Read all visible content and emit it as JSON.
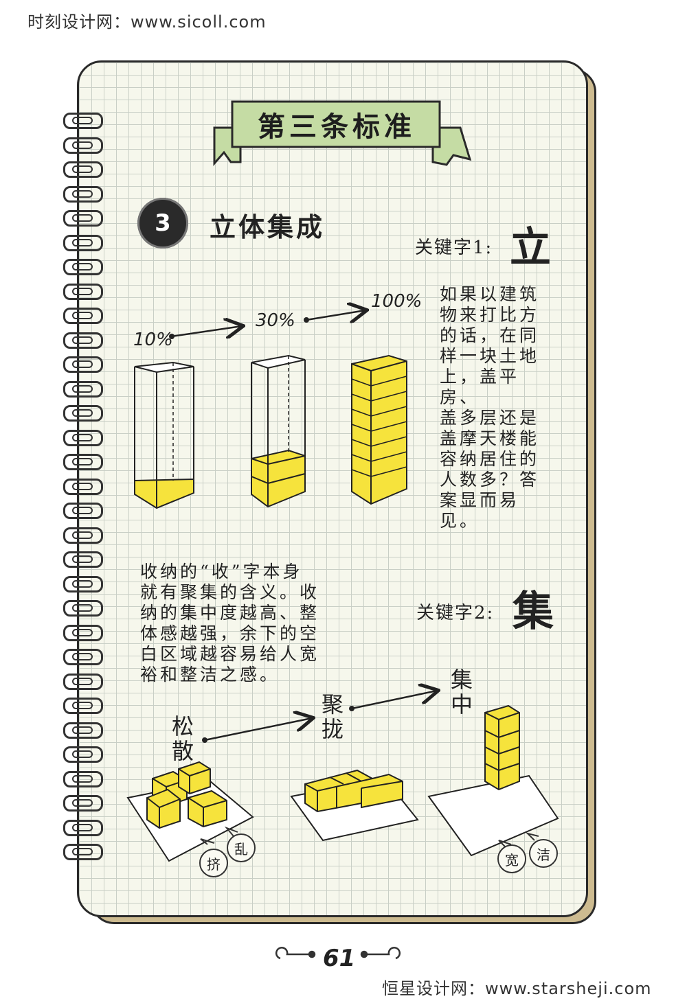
{
  "watermark_top": "时刻设计网：www.sicoll.com",
  "watermark_bottom": "恒星设计网：www.starsheji.com",
  "banner": {
    "title": "第三条标准"
  },
  "section": {
    "number": "3",
    "title": "立体集成"
  },
  "keyword1": {
    "label": "关键字1:",
    "char": "立"
  },
  "keyword2": {
    "label": "关键字2:",
    "char": "集"
  },
  "percentages": [
    "10%",
    "30%",
    "100%"
  ],
  "paragraph1": [
    "如果以建筑",
    "物来打比方",
    "的话，在同",
    "样一块土地",
    "上，盖平房、",
    "盖多层还是",
    "盖摩天楼能",
    "容纳居住的",
    "人数多？答",
    "案显而易见。"
  ],
  "paragraph2": [
    "收纳的“收”字本身",
    "就有聚集的含义。收",
    "纳的集中度越高、整",
    "体感越强，余下的空",
    "白区域越容易给人宽",
    "裕和整洁之感。"
  ],
  "stage_labels": {
    "loose": "松散",
    "gather": "聚拢",
    "concentrate": "集中"
  },
  "bubbles": {
    "crowded": "挤",
    "messy": "乱",
    "wide": "宽",
    "clean": "洁"
  },
  "page_number": "61",
  "colors": {
    "fill_yellow": "#f6e33c",
    "paper": "#f6f7ec",
    "back_page": "#cdbb90",
    "banner_green": "#c5dca4"
  }
}
